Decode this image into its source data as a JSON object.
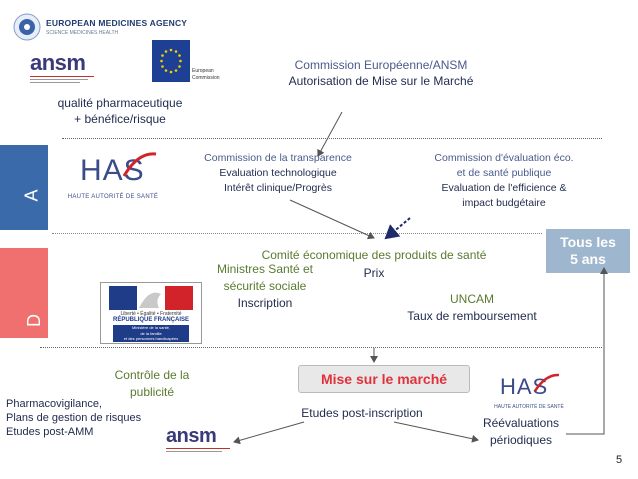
{
  "logos": {
    "ema": {
      "name": "EUROPEAN MEDICINES AGENCY",
      "tagline": "SCIENCE  MEDICINES  HEALTH"
    },
    "ansm": {
      "word": "ansm"
    },
    "ec": {
      "line1": "European",
      "line2": "Commission"
    },
    "has": {
      "word": "HAS",
      "caption": "HAUTE AUTORITÉ DE SANTÉ"
    },
    "rf": {
      "line1": "Liberté • Égalité • Fraternité",
      "line2": "RÉPUBLIQUE FRANÇAISE",
      "line3": "Ministère de la santé,",
      "line4": "de la famille",
      "line5": "et des personnes handicapées"
    }
  },
  "sidebar": {
    "top_text": "A",
    "bottom_text": "D"
  },
  "nodes": {
    "commission_eu": {
      "line1": "Commission Européenne/ANSM",
      "line2": "Autorisation de Mise sur le Marché"
    },
    "qualite": {
      "line1": "qualité pharmaceutique",
      "line2": "+ bénéfice/risque"
    },
    "ct": {
      "title": "Commission de la transparence",
      "line1": "Evaluation technologique",
      "line2": "Intérêt clinique/Progrès"
    },
    "ceesp": {
      "title1": "Commission d'évaluation éco.",
      "title2": "et de santé publique",
      "line1": "Evaluation de l'efficience &",
      "line2": "impact budgétaire"
    },
    "ceps": {
      "title": "Comité économique des produits de santé",
      "line1": "Prix"
    },
    "tous": {
      "line1": "Tous les",
      "line2": "5 ans"
    },
    "ministres": {
      "line1": "Ministres Santé et",
      "line2": "sécurité sociale",
      "line3": "Inscription"
    },
    "uncam": {
      "title": "UNCAM",
      "line1": "Taux de remboursement"
    },
    "controle": {
      "line1": "Contrôle de la",
      "line2": "publicité"
    },
    "mise": {
      "label": "Mise sur le marché"
    },
    "pharmaco": {
      "line1": "Pharmacovigilance,",
      "line2": "Plans de gestion de risques",
      "line3": "Etudes post-AMM"
    },
    "etudes": {
      "label": "Etudes post-inscription"
    },
    "reeval": {
      "line1": "Réévaluations",
      "line2": "périodiques"
    }
  },
  "page_number": "5",
  "colors": {
    "blue_title": "#4a5b8c",
    "green_title": "#5a7a2f",
    "navy": "#1f2a4d",
    "red": "#e0323c",
    "sidebar_blue": "#3a6aaa",
    "sidebar_red": "#f07070",
    "tous_bg": "#9fb6cf"
  }
}
